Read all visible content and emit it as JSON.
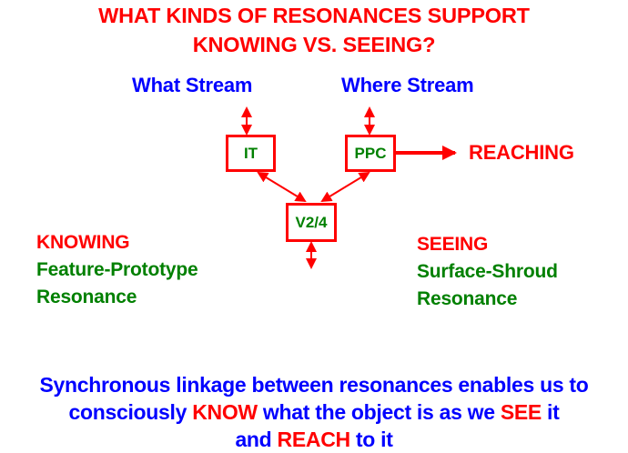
{
  "title": {
    "line1": "WHAT KINDS OF RESONANCES SUPPORT",
    "line2": "KNOWING VS. SEEING?"
  },
  "streams": {
    "what": "What Stream",
    "where": "Where Stream"
  },
  "nodes": {
    "it": "IT",
    "ppc": "PPC",
    "v24": "V2/4"
  },
  "output": {
    "reaching": "REACHING"
  },
  "knowing": {
    "heading": "KNOWING",
    "line1": "Feature-Prototype",
    "line2": "Resonance"
  },
  "seeing": {
    "heading": "SEEING",
    "line1": "Surface-Shroud",
    "line2": "Resonance"
  },
  "conclusion": {
    "line1": "Synchronous linkage between resonances enables us to",
    "line2_a": "consciously ",
    "line2_know": "KNOW",
    "line2_b": " what the object is as we ",
    "line2_see": "SEE",
    "line2_c": " it",
    "line3_a": "and ",
    "line3_reach": "REACH",
    "line3_b": " to it"
  },
  "colors": {
    "red": "#ff0000",
    "green": "#008000",
    "blue": "#0000ff"
  }
}
